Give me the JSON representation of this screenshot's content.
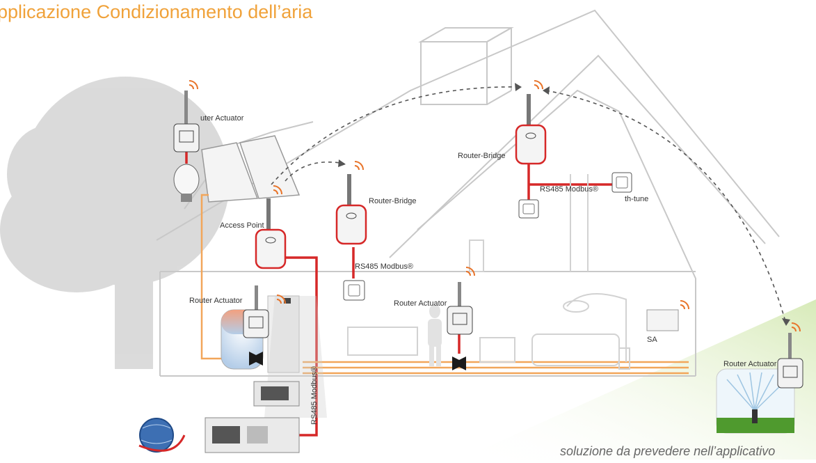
{
  "title": "pplicazione Condizionamento dell’aria",
  "footer": "soluzione da prevedere nell’applicativo",
  "labels": {
    "router_actuator_top": "uter Actuator",
    "access_point": "Access Point",
    "router_bridge_mid": "Router-Bridge",
    "router_bridge_upper": "Router-Bridge",
    "rs485_upper": "RS485 Modbus®",
    "th_tune": "th-tune",
    "rs485_mid": "RS485 Modbus®",
    "router_actuator_left": "Router Actuator",
    "router_actuator_center": "Router Actuator",
    "sa": "SA",
    "router_actuator_right": "Router Actuator",
    "rs485_vertical": "RS485 Modbus®"
  },
  "colors": {
    "title": "#f0a23a",
    "house_lines": "#c8c8c8",
    "bus_red": "#d62828",
    "heating_orange": "#f2a65a",
    "wifi": "#e8742a"
  }
}
